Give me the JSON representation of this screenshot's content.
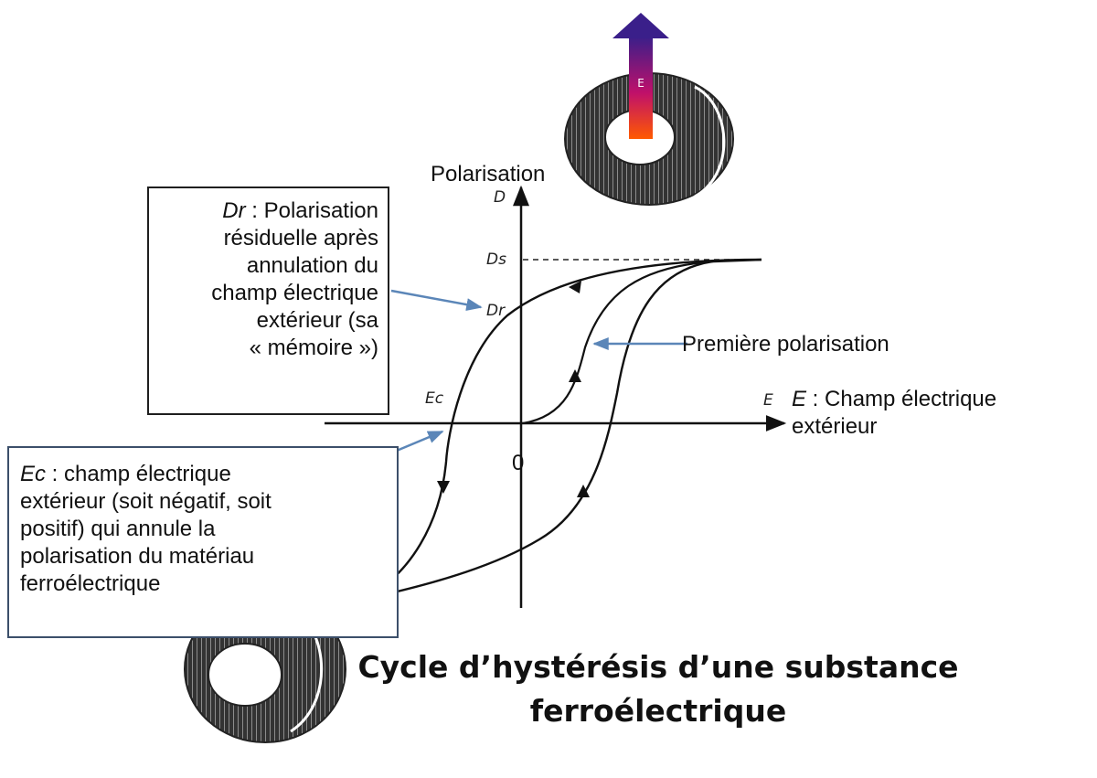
{
  "labels": {
    "polarisation": "Polarisation",
    "axis_d": "D",
    "ds": "Ds",
    "dr": "Dr",
    "ec": "Ec",
    "axis_e": "E",
    "zero": "0",
    "arrow_e": "E",
    "premiere": "Première polarisation",
    "e_desc_sym": "E",
    "e_desc_rest": " : Champ électrique",
    "e_desc_line2": "extérieur"
  },
  "dr_box": {
    "sym": "Dr",
    "line1_rest": " : Polarisation",
    "line2": "résiduelle après",
    "line3": "annulation du",
    "line4": "champ électrique",
    "line5": "extérieur (sa",
    "line6": "« mémoire »)"
  },
  "ec_box": {
    "sym": "Ec",
    "line1_rest": " : champ électrique",
    "line2": "extérieur (soit négatif, soit",
    "line3": "positif) qui annule la",
    "line4": "polarisation du matériau",
    "line5": "ferroélectrique"
  },
  "title": {
    "line1": "Cycle d’hystérésis d’une substance",
    "line2": "ferroélectrique"
  },
  "colors": {
    "curve": "#111111",
    "pointer": "#5b86b8",
    "arrow_top": "#3a1f8a",
    "arrow_bottom": "#ff5a00",
    "box_ec_border": "#3c4f6a"
  }
}
